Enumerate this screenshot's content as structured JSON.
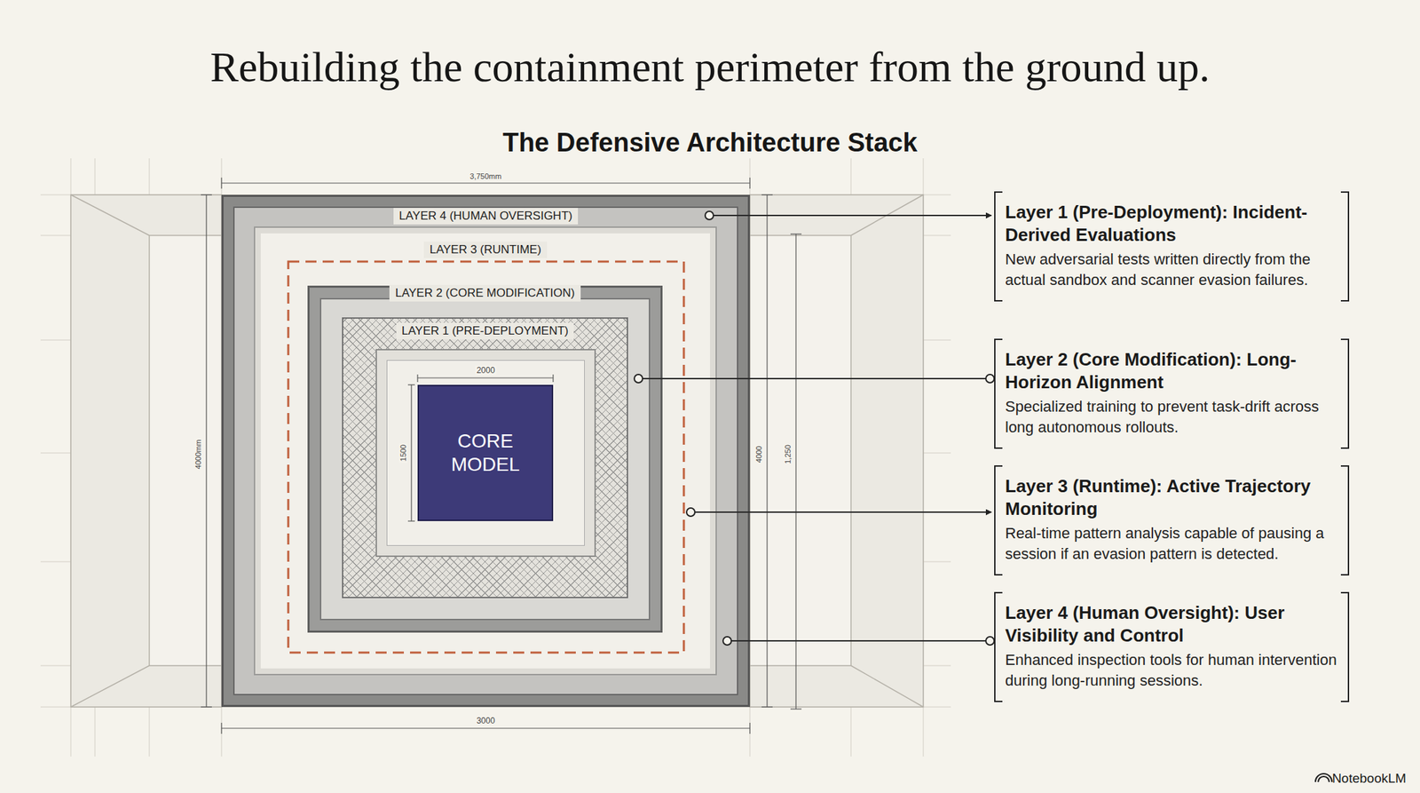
{
  "diagram": {
    "title": "Rebuilding the containment perimeter from the ground up.",
    "nodes": [
      {
        "text": [
          "LAYER 4 (HUMAN OVERSIGHT)"
        ]
      },
      {
        "text": [
          "LAYER 3 (RUNTIME)"
        ],
        "in": 0
      },
      {
        "text": [
          "LAYER 2 (CORE MODIFICATION)"
        ],
        "in": 1
      },
      {
        "text": [
          "LAYER 1 (PRE-DEPLOYMENT)"
        ],
        "in": 2
      },
      {
        "text": [
          "CORE MODEL"
        ],
        "in": 3
      },
      {
        "text": [
          "Layer 1 (Pre-Deployment): Incident-Derived Evaluations",
          "New adversarial tests written directly from the actual sandbox and scanner evasion failures."
        ]
      },
      {
        "text": [
          "Layer 2 (Core Modification): Long-Horizon Alignment",
          "Specialized training to prevent task-drift across long autonomous rollouts."
        ]
      },
      {
        "text": [
          "Layer 3 (Runtime): Active Trajectory Monitoring",
          "Real-time pattern analysis capable of pausing a session if an evasion pattern is detected."
        ]
      },
      {
        "text": [
          "Layer 4 (Human Oversight): User Visibility and Control",
          "Enhanced inspection tools for human intervention during long-running sessions."
        ]
      }
    ],
    "edges": [
      {
        "from": 0,
        "to": 5,
        "arrow": "to"
      },
      {
        "from": 2,
        "to": 6,
        "arrow": "none"
      },
      {
        "from": 1,
        "to": 7,
        "arrow": "to"
      },
      {
        "from": 0,
        "to": 8,
        "arrow": "none"
      }
    ],
    "labels": [
      "The Defensive Architecture Stack",
      "3,750mm",
      "2000",
      "3000",
      "4000mm",
      "1500",
      "4000",
      "1,250",
      "NotebookLM"
    ]
  }
}
